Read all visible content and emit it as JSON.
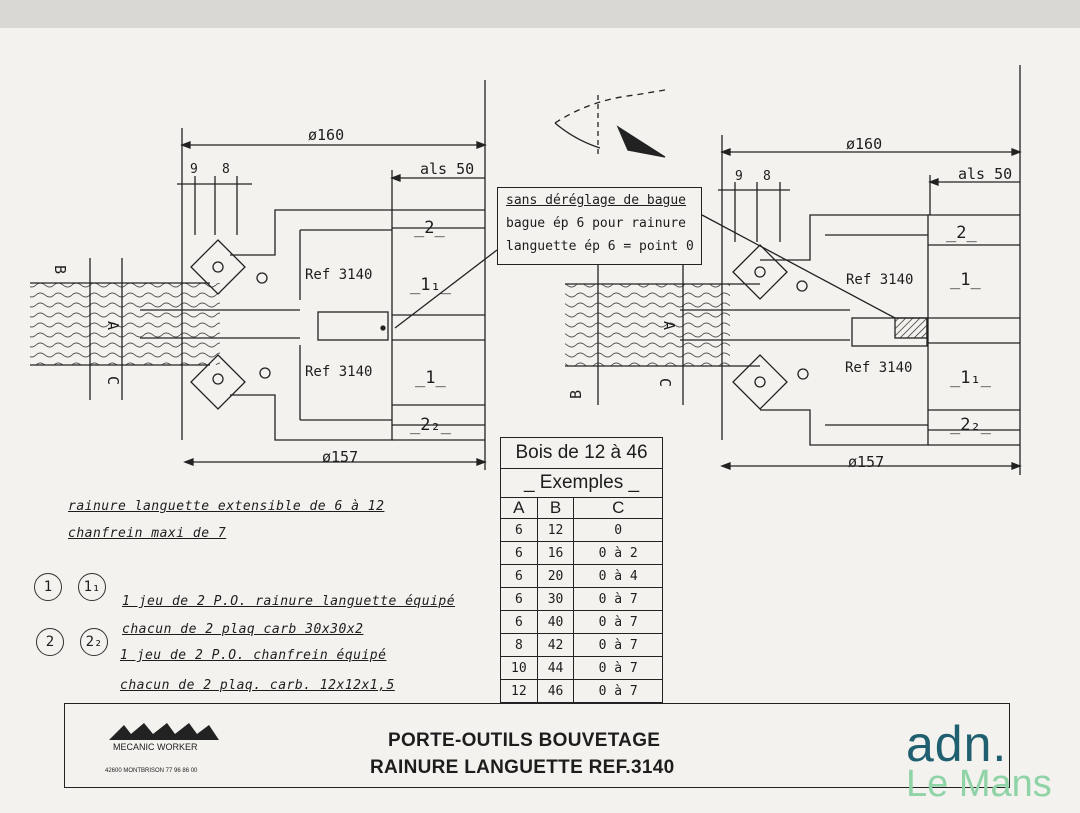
{
  "note_box": {
    "line1": "sans déréglage de bague",
    "line2": "bague ép 6 pour rainure",
    "line3": "languette ép 6 = point 0"
  },
  "left_drawing": {
    "dia_top": "ø160",
    "dim_9": "9",
    "dim_8": "8",
    "als": "als 50",
    "ref_top": "Ref 3140",
    "ref_bottom": "Ref 3140",
    "lbl_2": "_2_",
    "lbl_11": "_1₁_",
    "lbl_1": "_1_",
    "lbl_22": "_2₂_",
    "dia_bottom": "ø157",
    "A": "A",
    "B": "B",
    "C": "C"
  },
  "right_drawing": {
    "dia_top": "ø160",
    "dim_9": "9",
    "dim_8": "8",
    "als": "als 50",
    "ref_top": "Ref 3140",
    "ref_bottom": "Ref 3140",
    "lbl_2": "_2_",
    "lbl_1": "_1_",
    "lbl_11": "_1₁_",
    "lbl_22": "_2₂_",
    "dia_bottom": "ø157",
    "A": "A",
    "B": "B",
    "C": "C"
  },
  "table": {
    "title": "Bois de 12 à 46",
    "subtitle": "_ Exemples _",
    "headers": [
      "A",
      "B",
      "C"
    ],
    "rows": [
      [
        "6",
        "12",
        "0"
      ],
      [
        "6",
        "16",
        "0 à 2"
      ],
      [
        "6",
        "20",
        "0 à 4"
      ],
      [
        "6",
        "30",
        "0 à 7"
      ],
      [
        "6",
        "40",
        "0 à 7"
      ],
      [
        "8",
        "42",
        "0 à 7"
      ],
      [
        "10",
        "44",
        "0 à 7"
      ],
      [
        "12",
        "46",
        "0 à 7"
      ]
    ]
  },
  "notes": {
    "line1": "rainure languette extensible de 6 à 12",
    "line2": "chanfrein maxi de 7"
  },
  "legend": {
    "c1": "1",
    "c11": "1₁",
    "c2": "2",
    "c22": "2₂",
    "item1_a": "1 jeu de 2 P.O. rainure languette équipé",
    "item1_b": "chacun de 2 plaq carb 30x30x2",
    "item2_a": "1 jeu de 2 P.O. chanfrein équipé",
    "item2_b": "chacun de 2 plaq. carb. 12x12x1,5"
  },
  "title_block": {
    "brand": "MECANIC WORKER",
    "address": "42600 MONTBRISON  77 96 86 00",
    "title1": "PORTE-OUTILS BOUVETAGE",
    "title2": "RAINURE LANGUETTE REF.3140"
  },
  "watermark": {
    "line1": "adn.",
    "line2": "Le Mans",
    "color1": "#1f5f6f",
    "color2": "#8fd3a6"
  }
}
